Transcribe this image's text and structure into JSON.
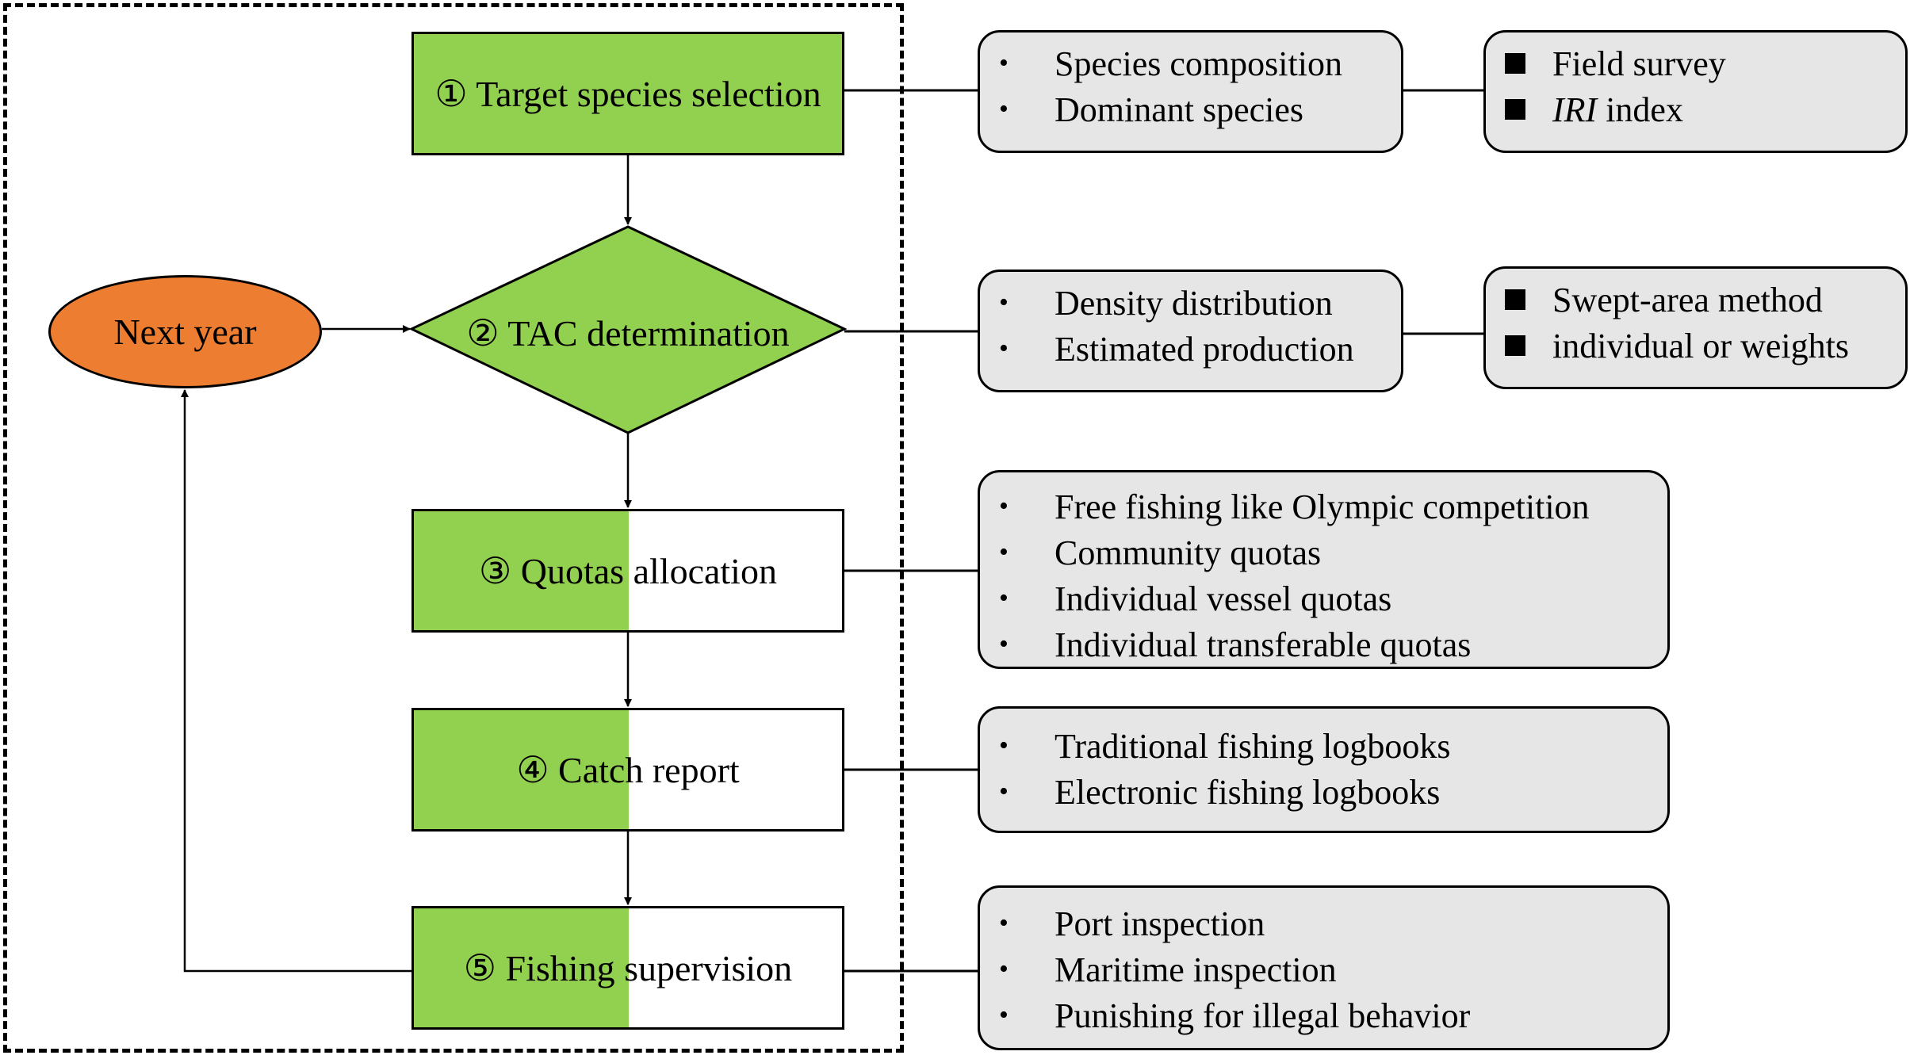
{
  "steps": [
    {
      "id": 1,
      "label": "① Target species selection"
    },
    {
      "id": 2,
      "label": "② TAC determination"
    },
    {
      "id": 3,
      "label": "③ Quotas allocation"
    },
    {
      "id": 4,
      "label": "④ Catch report"
    },
    {
      "id": 5,
      "label": "⑤ Fishing supervision"
    }
  ],
  "loop": {
    "label": "Next year"
  },
  "details": [
    {
      "items": [
        "Species composition",
        "Dominant species"
      ]
    },
    {
      "items": [
        "Density distribution",
        "Estimated production"
      ]
    },
    {
      "items": [
        "Free fishing like Olympic competition",
        "Community quotas",
        "Individual vessel quotas",
        "Individual transferable quotas"
      ]
    },
    {
      "items": [
        "Traditional fishing logbooks",
        "Electronic fishing logbooks"
      ]
    },
    {
      "items": [
        "Port inspection",
        "Maritime inspection",
        "Punishing for illegal behavior"
      ]
    }
  ],
  "methods": [
    {
      "items": [
        "Field survey",
        "index"
      ],
      "italic_prefix": "IRI"
    },
    {
      "items": [
        "Swept-area method",
        "individual or weights"
      ]
    }
  ],
  "bullet_char": "•",
  "colors": {
    "step_fill": "#92d050",
    "loop_fill": "#ed7d31",
    "panel_fill": "#e6e6e6"
  }
}
